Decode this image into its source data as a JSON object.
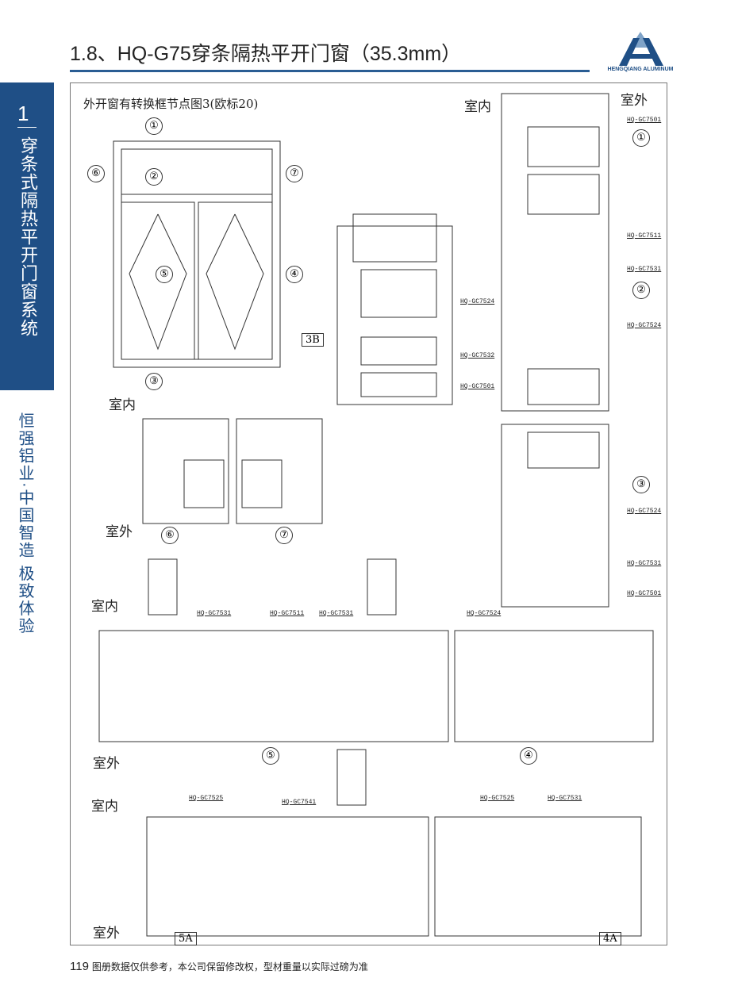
{
  "header": {
    "title": "1.8、HQ-G75穿条隔热平开门窗（35.3mm）",
    "logo_text": "HENGQIANG ALUMINUM",
    "accent": "#1f4f86"
  },
  "sidebar": {
    "number": "1",
    "section": "穿条式隔热平开门窗系统",
    "slogan": "恒强铝业·中国智造 极致体验"
  },
  "drawing": {
    "caption": "外开窗有转换框节点图3(欧标20)",
    "indoor": "室内",
    "outdoor": "室外",
    "markers": [
      "①",
      "②",
      "③",
      "④",
      "⑤",
      "⑥",
      "⑦"
    ],
    "section_tags": [
      "3B",
      "5A",
      "4A"
    ],
    "codes": {
      "c7501": "HQ-GC7501",
      "c7511": "HQ-GC7511",
      "c7531": "HQ-GC7531",
      "c7524": "HQ-GC7524",
      "c7532": "HQ-GC7532",
      "c7525": "HQ-GC7525",
      "c7541": "HQ-GC7541"
    }
  },
  "footer": {
    "page": "119",
    "note": "图册数据仅供参考，本公司保留修改权，型材重量以实际过磅为准"
  }
}
